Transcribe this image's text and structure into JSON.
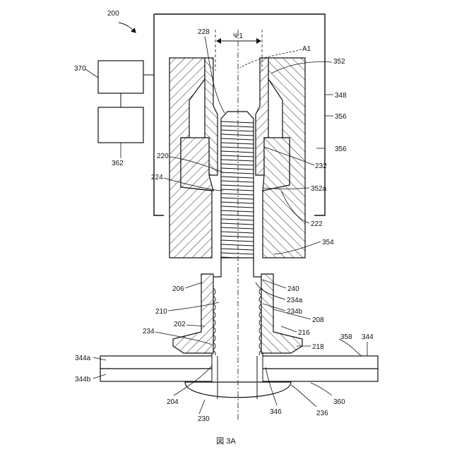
{
  "figure": {
    "caption": "図 3A",
    "labels": {
      "l200": "200",
      "l370": "370",
      "l362": "362",
      "l228": "228",
      "lpsi": "Ψ1",
      "lA1": "A1",
      "l352": "352",
      "l348": "348",
      "l356a": "356",
      "l356b": "356",
      "l220": "220",
      "l232": "232",
      "l224": "224",
      "l352a": "352a",
      "l222": "222",
      "l354": "354",
      "l206": "206",
      "l240": "240",
      "l234a": "234a",
      "l210": "210",
      "l234b": "234b",
      "l208": "208",
      "l202": "202",
      "l216": "216",
      "l234": "234",
      "l218": "218",
      "l358": "358",
      "l344": "344",
      "l344a": "344a",
      "l344b": "344b",
      "l204": "204",
      "l346": "346",
      "l360": "360",
      "l230": "230",
      "l236": "236"
    }
  }
}
